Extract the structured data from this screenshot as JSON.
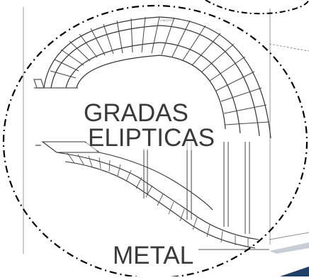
{
  "labels": {
    "line1": "GRADAS",
    "line2": "ELIPTICAS",
    "line3": "METAL"
  },
  "drawing_note": "2.65 (TYP)",
  "colors": {
    "ink": "#3a3a3a",
    "line": "#222222",
    "frame": "#000000",
    "panel_blue": "#1f3f66"
  }
}
